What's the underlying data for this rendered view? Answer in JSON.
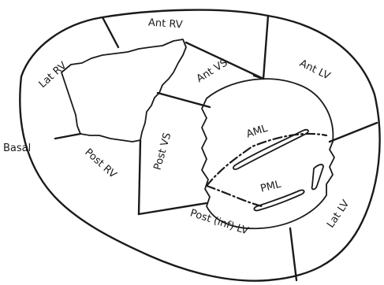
{
  "diagram": {
    "segments": {
      "ant_rv": "Ant RV",
      "lat_rv": "Lat RV",
      "post_rv": "Post RV",
      "ant_vs": "Ant VS",
      "post_vs": "Post VS",
      "ant_lv": "Ant LV",
      "lat_lv": "Lat LV",
      "post_inf_lv": "Post (inf) LV"
    },
    "valve": {
      "aml": "AML",
      "pml": "PML"
    },
    "level_label": "Basal"
  }
}
